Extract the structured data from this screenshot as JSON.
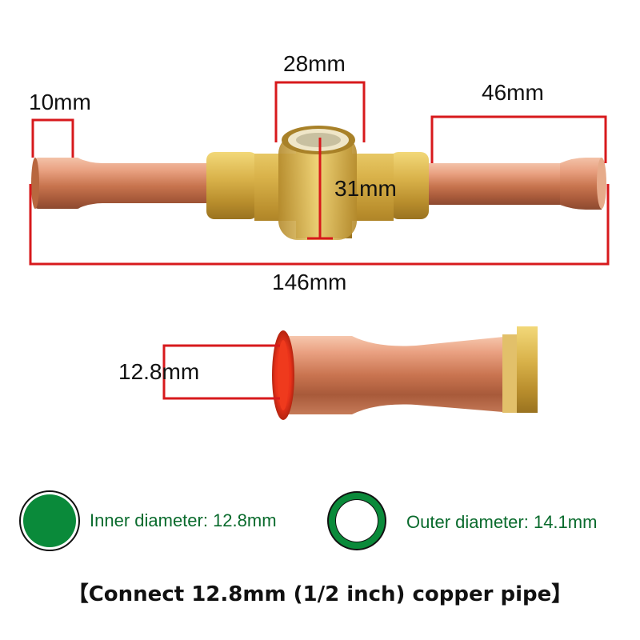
{
  "dimensions": {
    "top_length": "28mm",
    "left_length": "10mm",
    "right_length": "46mm",
    "height": "31mm",
    "total_length": "146mm",
    "inner_opening": "12.8mm"
  },
  "legend": {
    "inner": {
      "label": "Inner diameter: 12.8mm",
      "color": "#0a8a3a"
    },
    "outer": {
      "label": "Outer diameter: 14.1mm",
      "color": "#0a8a3a"
    }
  },
  "caption": "【Connect 12.8mm (1/2 inch) copper pipe】",
  "colors": {
    "dimension_line": "#d7191c",
    "copper": "#d58c6b",
    "brass": "#d9b24a",
    "text_green": "#0a6b2d"
  }
}
